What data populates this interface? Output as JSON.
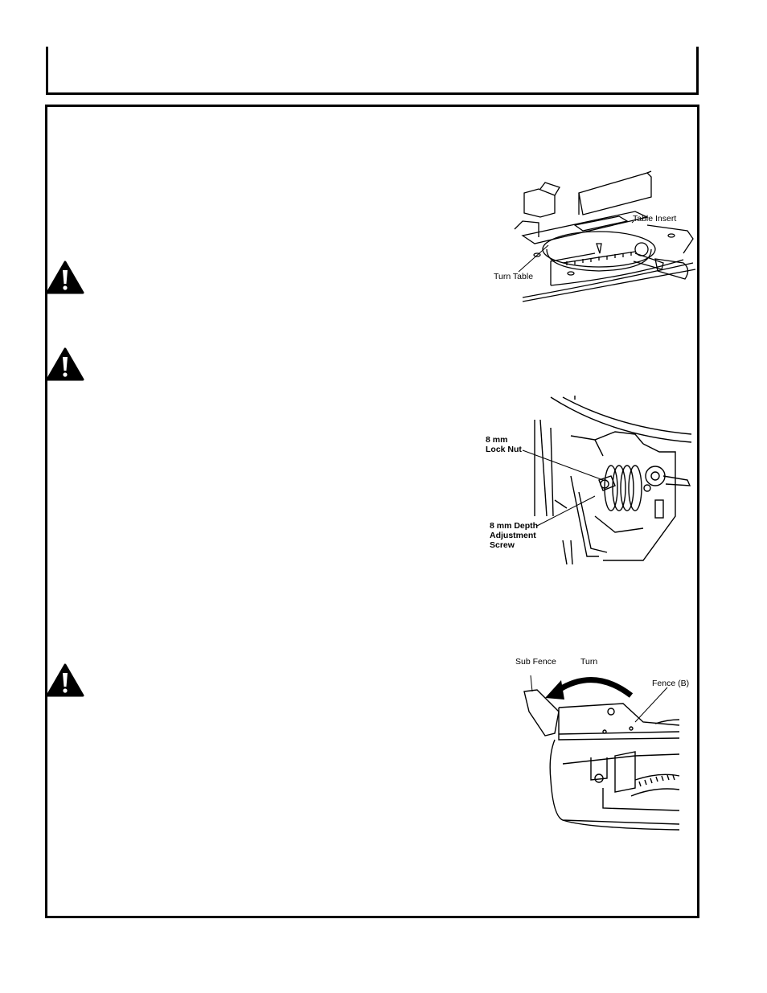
{
  "figure1": {
    "table_insert_label": "Table Insert",
    "turn_table_label": "Turn Table"
  },
  "figure2": {
    "lock_nut_line1": "8 mm",
    "lock_nut_line2": "Lock Nut",
    "depth_screw_line1": "8 mm Depth",
    "depth_screw_line2": "Adjustment",
    "depth_screw_line3": "Screw"
  },
  "figure3": {
    "sub_fence_label": "Sub Fence",
    "turn_label": "Turn",
    "fence_b_label": "Fence (B)"
  },
  "icons": [
    "warning-icon",
    "warning-icon",
    "warning-icon"
  ]
}
